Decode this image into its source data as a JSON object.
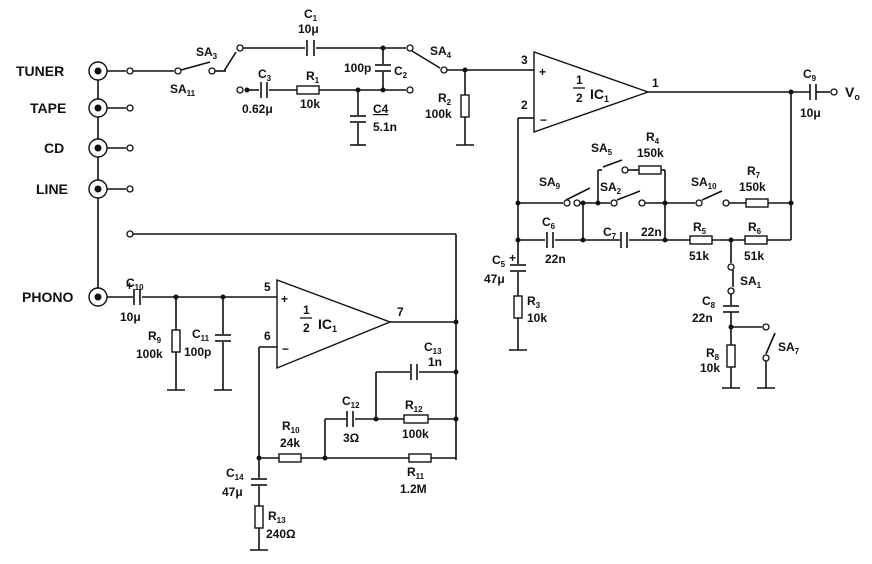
{
  "inputs": {
    "tuner": "TUNER",
    "tape": "TAPE",
    "cd": "CD",
    "line": "LINE",
    "phono": "PHONO"
  },
  "output": {
    "label": "V",
    "sub": "o"
  },
  "opamps": {
    "upper": {
      "frac_num": "1",
      "frac_den": "2",
      "name": "IC",
      "sub": "1",
      "pin_noninv": "3",
      "pin_inv": "2",
      "pin_out": "1"
    },
    "lower": {
      "frac_num": "1",
      "frac_den": "2",
      "name": "IC",
      "sub": "1",
      "pin_noninv": "5",
      "pin_inv": "6",
      "pin_out": "7"
    }
  },
  "switches": {
    "sa11": {
      "name": "SA",
      "sub": "11"
    },
    "sa3": {
      "name": "SA",
      "sub": "3"
    },
    "sa4": {
      "name": "SA",
      "sub": "4"
    },
    "sa9": {
      "name": "SA",
      "sub": "9"
    },
    "sa5": {
      "name": "SA",
      "sub": "5"
    },
    "sa2": {
      "name": "SA",
      "sub": "2"
    },
    "sa10": {
      "name": "SA",
      "sub": "10"
    },
    "sa1": {
      "name": "SA",
      "sub": "1"
    },
    "sa7": {
      "name": "SA",
      "sub": "7"
    }
  },
  "components": {
    "c1": {
      "name": "C",
      "sub": "1",
      "value": "10μ"
    },
    "c2": {
      "name": "C",
      "sub": "2",
      "value": "100p"
    },
    "c3": {
      "name": "C",
      "sub": "3",
      "value": "0.62μ"
    },
    "r1": {
      "name": "R",
      "sub": "1",
      "value": "10k"
    },
    "c4": {
      "name": "C4",
      "value": "5.1n"
    },
    "r2": {
      "name": "R",
      "sub": "2",
      "value": "100k"
    },
    "c9": {
      "name": "C",
      "sub": "9",
      "value": "10μ"
    },
    "r4": {
      "name": "R",
      "sub": "4",
      "value": "150k"
    },
    "r7": {
      "name": "R",
      "sub": "7",
      "value": "150k"
    },
    "c6": {
      "name": "C",
      "sub": "6",
      "value": "22n"
    },
    "c7": {
      "name": "C",
      "sub": "7",
      "value": "22n"
    },
    "r5": {
      "name": "R",
      "sub": "5",
      "value": "51k"
    },
    "r6": {
      "name": "R",
      "sub": "6",
      "value": "51k"
    },
    "c5": {
      "name": "C",
      "sub": "5",
      "value": "47μ"
    },
    "r3": {
      "name": "R",
      "sub": "3",
      "value": "10k"
    },
    "c8": {
      "name": "C",
      "sub": "8",
      "value": "22n"
    },
    "r8": {
      "name": "R",
      "sub": "8",
      "value": "10k"
    },
    "c10": {
      "name": "C",
      "sub": "10",
      "value": "10μ"
    },
    "r9": {
      "name": "R",
      "sub": "9",
      "value": "100k"
    },
    "c11": {
      "name": "C",
      "sub": "11",
      "value": "100p"
    },
    "c13": {
      "name": "C",
      "sub": "13",
      "value": "1n"
    },
    "c12": {
      "name": "C",
      "sub": "12",
      "value": "3Ω"
    },
    "r12": {
      "name": "R",
      "sub": "12",
      "value": "100k"
    },
    "r10": {
      "name": "R",
      "sub": "10",
      "value": "24k"
    },
    "r11": {
      "name": "R",
      "sub": "11",
      "value": "1.2M"
    },
    "c14": {
      "name": "C",
      "sub": "14",
      "value": "47μ"
    },
    "r13": {
      "name": "R",
      "sub": "13",
      "value": "240Ω"
    }
  }
}
